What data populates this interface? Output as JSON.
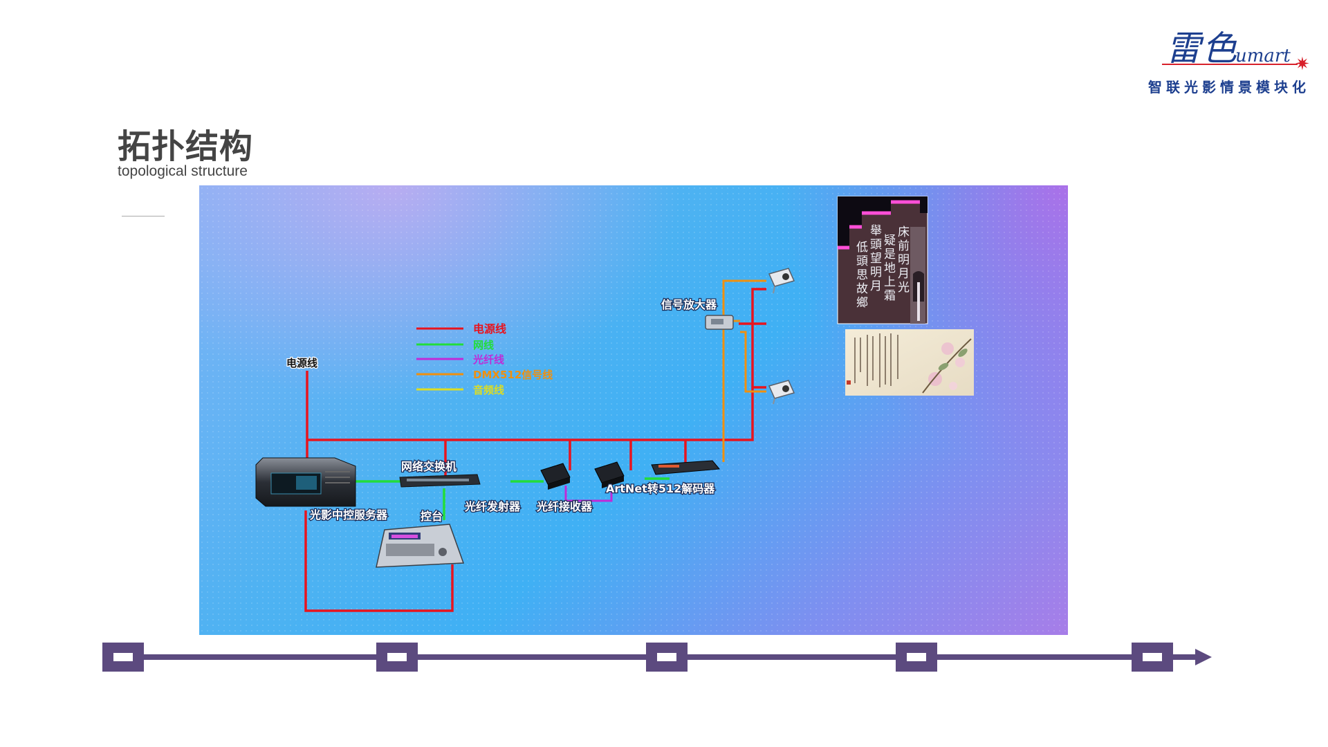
{
  "logo": {
    "script": "雷色",
    "latin": "umart",
    "slogan": "智联光影情景模块化"
  },
  "header": {
    "title": "拓扑结构",
    "subtitle": "topological structure"
  },
  "legend": [
    {
      "label": "电源线",
      "color": "#e8141e"
    },
    {
      "label": "网线",
      "color": "#22dd3a"
    },
    {
      "label": "光纤线",
      "color": "#c02ad8"
    },
    {
      "label": "DMX512信号线",
      "color": "#f0900e"
    },
    {
      "label": "音频线",
      "color": "#dddd22"
    }
  ],
  "devices": {
    "power_input": "电源线",
    "server": "光影中控服务器",
    "switch": "网络交换机",
    "console": "控台",
    "fiber_tx": "光纤发射器",
    "fiber_rx": "光纤接收器",
    "decoder": "ArtNet转512解码器",
    "amplifier": "信号放大器"
  },
  "projection": {
    "poem_columns": [
      "床前明月光",
      "疑是地上霜",
      "舉頭望明月",
      "低頭思故鄉"
    ]
  },
  "colors": {
    "power": "#e8141e",
    "network": "#22dd3a",
    "fiber": "#c02ad8",
    "dmx": "#f0900e",
    "audio": "#dddd22",
    "timeline": "#5c4a7f"
  }
}
